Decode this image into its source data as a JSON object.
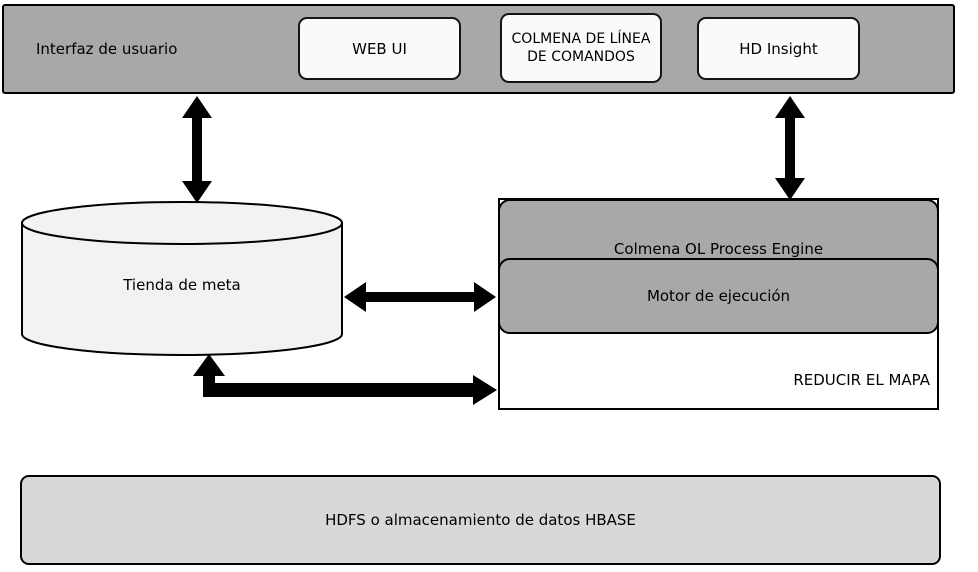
{
  "colors": {
    "bar_gray": "#a8a8a8",
    "pill_white": "#fafafa",
    "cylinder_fill": "#f2f2f2",
    "engine_gray": "#a8a8a8",
    "storage_gray": "#d8d8d8",
    "border_black": "#000000",
    "arrow_black": "#000000"
  },
  "top_bar": {
    "label": "Interfaz de usuario",
    "items": [
      {
        "label": "WEB UI"
      },
      {
        "label": "COLMENA DE LÍNEA DE COMANDOS"
      },
      {
        "label": "HD Insight"
      }
    ]
  },
  "metastore": {
    "label": "Tienda de meta"
  },
  "engine": {
    "title": "Colmena OL Process Engine",
    "execution_label": "Motor de ejecución",
    "mapreduce_label": "REDUCIR EL MAPA"
  },
  "storage": {
    "label": "HDFS o almacenamiento de datos HBASE"
  }
}
